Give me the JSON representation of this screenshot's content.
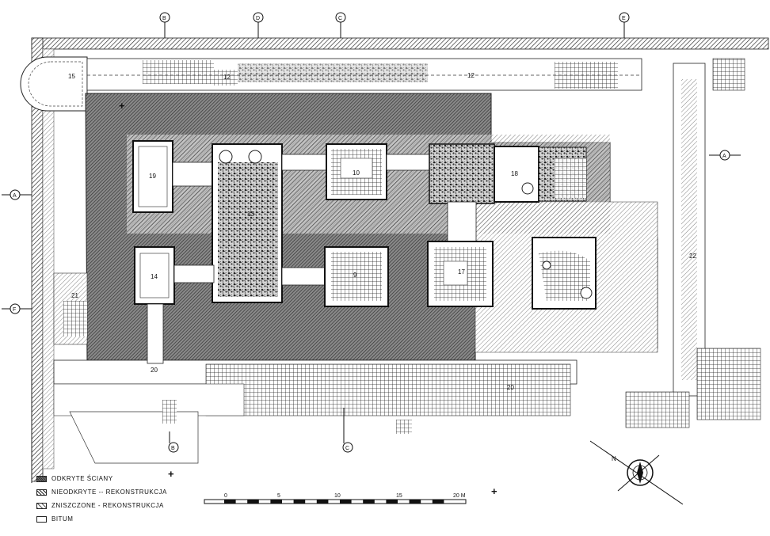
{
  "legend": [
    {
      "key": "exposed",
      "label": "ODKRYTE ŚCIANY"
    },
    {
      "key": "unexposed",
      "label": "NIEODKRYTE -- REKONSTRUKCJA"
    },
    {
      "key": "destroyed",
      "label": "ZNISZCZONE - REKONSTRUKCJA"
    },
    {
      "key": "bitumen",
      "label": "BITUM"
    }
  ],
  "scale": {
    "ticks": [
      "0",
      "5",
      "10",
      "15",
      "20 M"
    ]
  },
  "rooms": {
    "r12a": "12",
    "r12b": "12",
    "r13": "13",
    "r14": "14",
    "r15": "15",
    "r18": "18",
    "r19": "19",
    "r20a": "20",
    "r20b": "20",
    "r21": "21",
    "r22": "22",
    "r17": "17",
    "r9": "9",
    "r10": "10"
  },
  "sections": {
    "top_b": "B",
    "top_d": "D",
    "top_c": "C",
    "top_e": "E",
    "left_a": "A",
    "left_f": "F",
    "right_a": "A",
    "bottom_b": "B",
    "bottom_c": "C"
  },
  "compass": {
    "north": "N"
  },
  "marks": {
    "plus": "+"
  }
}
